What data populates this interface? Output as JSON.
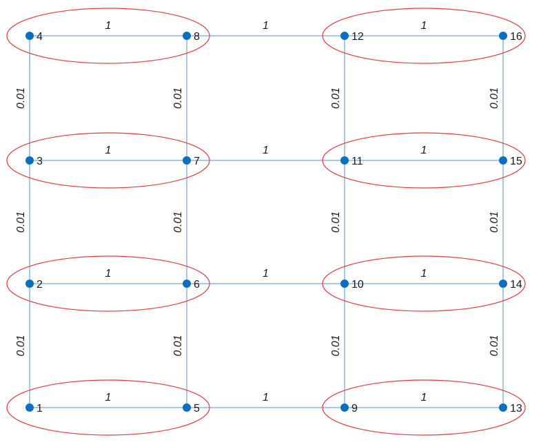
{
  "colors": {
    "edge": "#a9c8e6",
    "node": "#0b6fc0",
    "ellipse": "#e03a3a",
    "text": "#1a1a1a"
  },
  "nodes": [
    {
      "id": "1",
      "label": "1",
      "col": 0,
      "row": 3
    },
    {
      "id": "2",
      "label": "2",
      "col": 0,
      "row": 2
    },
    {
      "id": "3",
      "label": "3",
      "col": 0,
      "row": 1
    },
    {
      "id": "4",
      "label": "4",
      "col": 0,
      "row": 0
    },
    {
      "id": "5",
      "label": "5",
      "col": 1,
      "row": 3
    },
    {
      "id": "6",
      "label": "6",
      "col": 1,
      "row": 2
    },
    {
      "id": "7",
      "label": "7",
      "col": 1,
      "row": 1
    },
    {
      "id": "8",
      "label": "8",
      "col": 1,
      "row": 0
    },
    {
      "id": "9",
      "label": "9",
      "col": 2,
      "row": 3
    },
    {
      "id": "10",
      "label": "10",
      "col": 2,
      "row": 2
    },
    {
      "id": "11",
      "label": "11",
      "col": 2,
      "row": 1
    },
    {
      "id": "12",
      "label": "12",
      "col": 2,
      "row": 0
    },
    {
      "id": "13",
      "label": "13",
      "col": 3,
      "row": 3
    },
    {
      "id": "14",
      "label": "14",
      "col": 3,
      "row": 2
    },
    {
      "id": "15",
      "label": "15",
      "col": 3,
      "row": 1
    },
    {
      "id": "16",
      "label": "16",
      "col": 3,
      "row": 0
    }
  ],
  "edges": [
    {
      "from": "4",
      "to": "8",
      "weight": "1"
    },
    {
      "from": "8",
      "to": "12",
      "weight": "1"
    },
    {
      "from": "12",
      "to": "16",
      "weight": "1"
    },
    {
      "from": "3",
      "to": "7",
      "weight": "1"
    },
    {
      "from": "7",
      "to": "11",
      "weight": "1"
    },
    {
      "from": "11",
      "to": "15",
      "weight": "1"
    },
    {
      "from": "2",
      "to": "6",
      "weight": "1"
    },
    {
      "from": "6",
      "to": "10",
      "weight": "1"
    },
    {
      "from": "10",
      "to": "14",
      "weight": "1"
    },
    {
      "from": "1",
      "to": "5",
      "weight": "1"
    },
    {
      "from": "5",
      "to": "9",
      "weight": "1"
    },
    {
      "from": "9",
      "to": "13",
      "weight": "1"
    },
    {
      "from": "4",
      "to": "3",
      "weight": "0.01"
    },
    {
      "from": "3",
      "to": "2",
      "weight": "0.01"
    },
    {
      "from": "2",
      "to": "1",
      "weight": "0.01"
    },
    {
      "from": "8",
      "to": "7",
      "weight": "0.01"
    },
    {
      "from": "7",
      "to": "6",
      "weight": "0.01"
    },
    {
      "from": "6",
      "to": "5",
      "weight": "0.01"
    },
    {
      "from": "12",
      "to": "11",
      "weight": "0.01"
    },
    {
      "from": "11",
      "to": "10",
      "weight": "0.01"
    },
    {
      "from": "10",
      "to": "9",
      "weight": "0.01"
    },
    {
      "from": "16",
      "to": "15",
      "weight": "0.01"
    },
    {
      "from": "15",
      "to": "14",
      "weight": "0.01"
    },
    {
      "from": "14",
      "to": "13",
      "weight": "0.01"
    }
  ],
  "groups": [
    {
      "id": "4-8",
      "members": [
        "4",
        "8"
      ]
    },
    {
      "id": "12-16",
      "members": [
        "12",
        "16"
      ]
    },
    {
      "id": "3-7",
      "members": [
        "3",
        "7"
      ]
    },
    {
      "id": "11-15",
      "members": [
        "11",
        "15"
      ]
    },
    {
      "id": "2-6",
      "members": [
        "2",
        "6"
      ]
    },
    {
      "id": "10-14",
      "members": [
        "10",
        "14"
      ]
    },
    {
      "id": "1-5",
      "members": [
        "1",
        "5"
      ]
    },
    {
      "id": "9-13",
      "members": [
        "9",
        "13"
      ]
    }
  ]
}
